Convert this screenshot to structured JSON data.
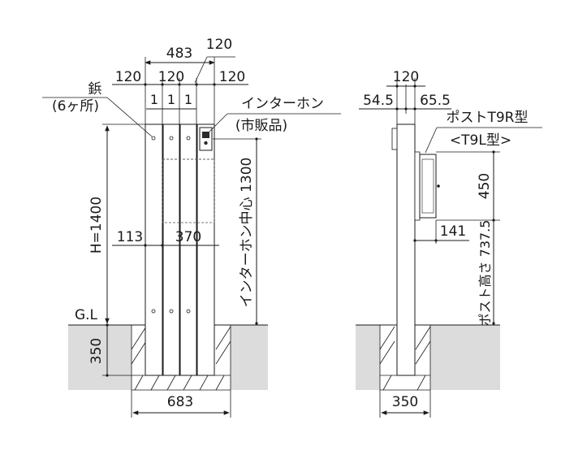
{
  "front": {
    "top_total": "483",
    "top_right": "120",
    "col_labels": [
      "120",
      "120",
      "120"
    ],
    "gap_labels": [
      "1",
      "1",
      "1"
    ],
    "anchor_label": "鋲",
    "anchor_count": "(6ヶ所)",
    "intercom_label": "インターホン",
    "intercom_note": "(市販品)",
    "height_label": "H=1400",
    "offset_left": "113",
    "offset_mid": "370",
    "intercom_center": "インターホン中心 1300",
    "gl_label": "G.L",
    "depth_label": "350",
    "base_width": "683"
  },
  "side": {
    "top_width": "120",
    "left_offset": "54.5",
    "right_offset": "65.5",
    "post_type": "ポストT9R型",
    "post_type_alt": "<T9L型>",
    "post_height": "450",
    "post_depth": "141",
    "post_level": "ポスト高さ 737.5",
    "base_width": "350"
  }
}
